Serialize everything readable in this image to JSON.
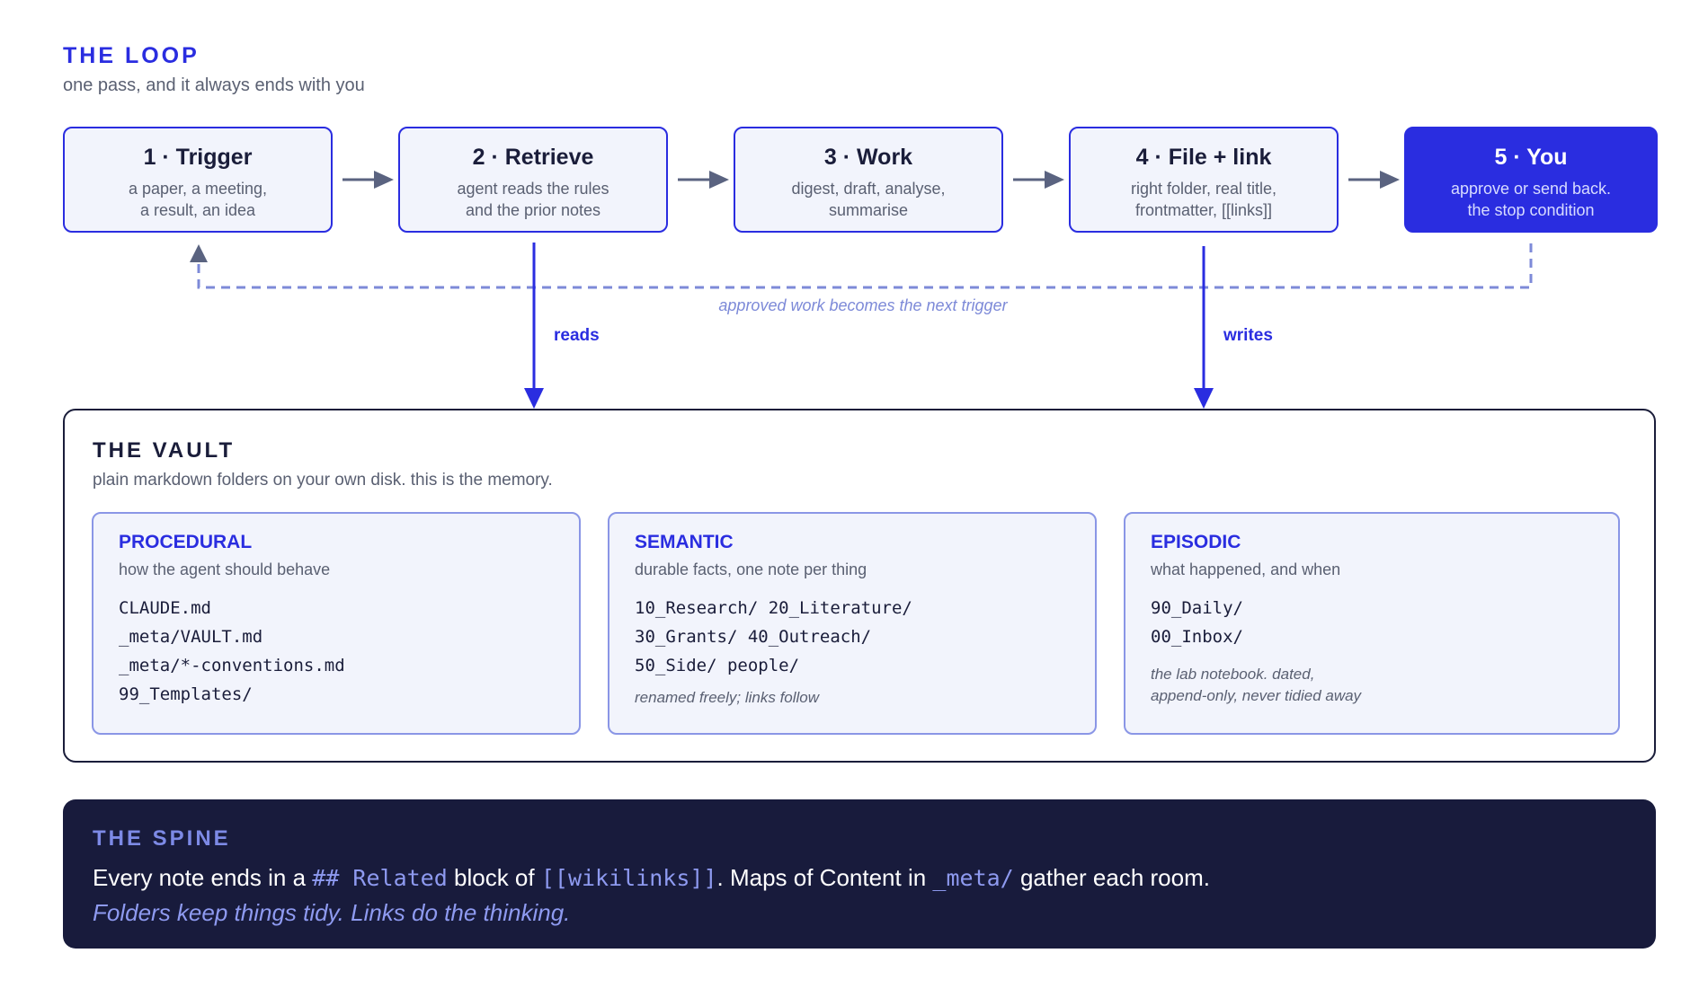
{
  "loop": {
    "title": "THE LOOP",
    "subtitle": "one pass, and it always ends with you",
    "steps": [
      {
        "title": "1 · Trigger",
        "line1": "a paper, a meeting,",
        "line2": "a result, an idea"
      },
      {
        "title": "2 · Retrieve",
        "line1": "agent reads the rules",
        "line2": "and the prior notes"
      },
      {
        "title": "3 · Work",
        "line1": "digest, draft, analyse,",
        "line2": "summarise"
      },
      {
        "title": "4 · File + link",
        "line1": "right folder, real title,",
        "line2": "frontmatter, [[links]]"
      },
      {
        "title": "5 · You",
        "line1": "approve or send back.",
        "line2": "the stop condition"
      }
    ],
    "feedback_label": "approved work becomes the next trigger",
    "reads_label": "reads",
    "writes_label": "writes"
  },
  "vault": {
    "title": "THE VAULT",
    "subtitle": "plain markdown folders on your own disk. this is the memory.",
    "procedural": {
      "title": "PROCEDURAL",
      "subtitle": "how the agent should behave",
      "items": [
        "CLAUDE.md",
        "_meta/VAULT.md",
        "_meta/*-conventions.md",
        "99_Templates/"
      ]
    },
    "semantic": {
      "title": "SEMANTIC",
      "subtitle": "durable facts, one note per thing",
      "items": [
        "10_Research/ 20_Literature/",
        "30_Grants/ 40_Outreach/",
        "50_Side/ people/"
      ],
      "note": "renamed freely; links follow"
    },
    "episodic": {
      "title": "EPISODIC",
      "subtitle": "what happened, and when",
      "items": [
        "90_Daily/",
        "00_Inbox/"
      ],
      "note_line1": "the lab notebook. dated,",
      "note_line2": "append-only, never tidied away"
    }
  },
  "spine": {
    "title": "THE SPINE",
    "text_1": "Every note ends in a ",
    "code_1": "## Related",
    "text_2": " block of ",
    "code_2": "[[wikilinks]]",
    "text_3": ". Maps of Content in ",
    "code_3": "_meta/",
    "text_4": " gather each room.",
    "italic": "Folders keep things tidy. Links do the thinking."
  },
  "colors": {
    "accent": "#2a2de0",
    "accent_light": "#8a96e6",
    "dark": "#181b3c",
    "box_fill": "#f2f4fc",
    "arrow_gray": "#5a6380"
  }
}
